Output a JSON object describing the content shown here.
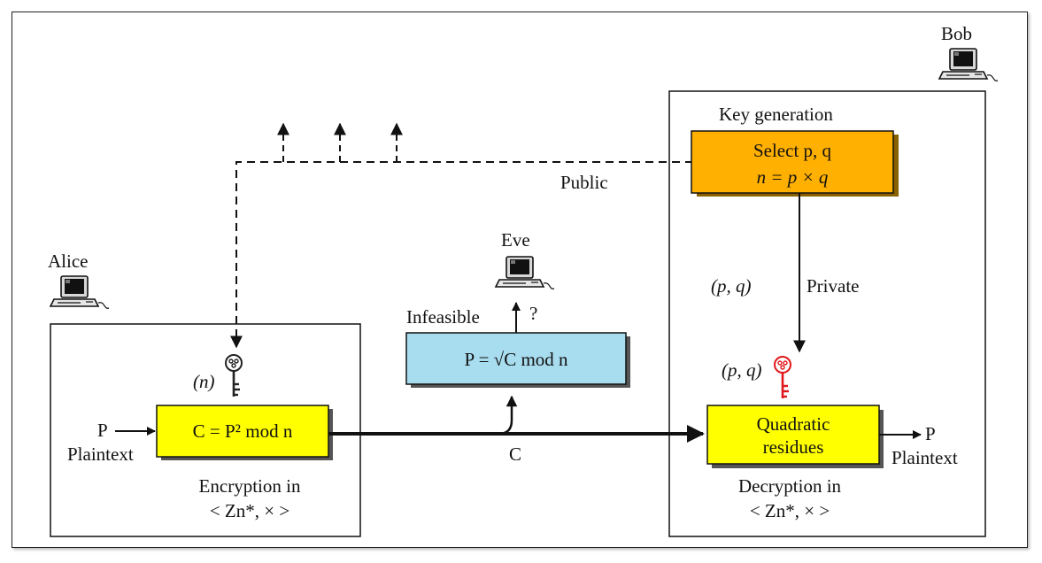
{
  "parties": {
    "alice": "Alice",
    "bob": "Bob",
    "eve": "Eve"
  },
  "alice_box": {
    "input_symbol": "P",
    "input_label": "Plaintext",
    "key_label": "(n)",
    "encrypt_formula": "C = P² mod n",
    "caption_line1": "Encryption in",
    "caption_line2": "< Zn*, × >"
  },
  "bob_box": {
    "keygen_title": "Key generation",
    "keygen_line1": "Select p, q",
    "keygen_line2": "n = p × q",
    "private_key_label": "(p, q)",
    "private_label": "Private",
    "key_label": "(p, q)",
    "decrypt_line1": "Quadratic",
    "decrypt_line2": "residues",
    "output_symbol": "P",
    "output_label": "Plaintext",
    "caption_line1": "Decryption in",
    "caption_line2": "< Zn*, × >"
  },
  "channel": {
    "public_label": "Public",
    "ciphertext_label": "C"
  },
  "eve_box": {
    "infeasible_label": "Infeasible",
    "question_label": "?",
    "formula": "P = √C mod n"
  },
  "colors": {
    "encrypt_fill": "#ffff00",
    "decrypt_fill": "#ffff00",
    "keygen_fill": "#ffb000",
    "eve_fill": "#a8dcef",
    "private_key_color": "#e0181c",
    "public_key_color": "#222222"
  },
  "icons": [
    "computer-icon",
    "key-icon",
    "red-key-icon"
  ]
}
